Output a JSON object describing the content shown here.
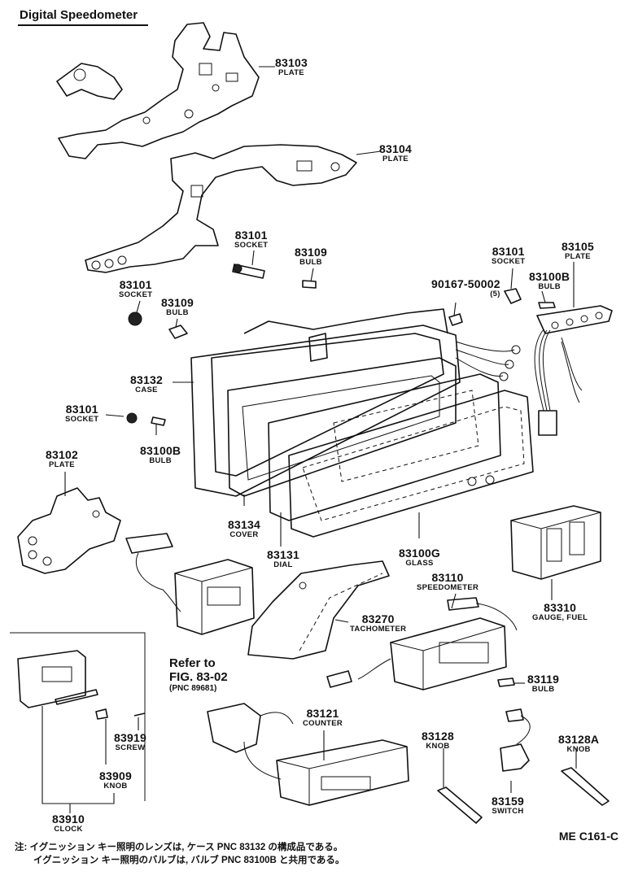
{
  "title": "Digital Speedometer",
  "parts": [
    {
      "num": "83103",
      "name": "PLATE"
    },
    {
      "num": "83104",
      "name": "PLATE"
    },
    {
      "num": "83101",
      "name": "SOCKET"
    },
    {
      "num": "83109",
      "name": "BULB"
    },
    {
      "num": "83101",
      "name": "SOCKET"
    },
    {
      "num": "83109",
      "name": "BULB"
    },
    {
      "num": "90167-50002",
      "name": "(5)"
    },
    {
      "num": "83101",
      "name": "SOCKET"
    },
    {
      "num": "83105",
      "name": "PLATE"
    },
    {
      "num": "83100B",
      "name": "BULB"
    },
    {
      "num": "83132",
      "name": "CASE"
    },
    {
      "num": "83101",
      "name": "SOCKET"
    },
    {
      "num": "83100B",
      "name": "BULB"
    },
    {
      "num": "83102",
      "name": "PLATE"
    },
    {
      "num": "83134",
      "name": "COVER"
    },
    {
      "num": "83131",
      "name": "DIAL"
    },
    {
      "num": "83100G",
      "name": "GLASS"
    },
    {
      "num": "83110",
      "name": "SPEEDOMETER"
    },
    {
      "num": "83310",
      "name": "GAUGE, FUEL"
    },
    {
      "num": "83270",
      "name": "TACHOMETER"
    },
    {
      "num": "83119",
      "name": "BULB"
    },
    {
      "num": "83121",
      "name": "COUNTER"
    },
    {
      "num": "83919",
      "name": "SCREW"
    },
    {
      "num": "83909",
      "name": "KNOB"
    },
    {
      "num": "83910",
      "name": "CLOCK"
    },
    {
      "num": "83128",
      "name": "KNOB"
    },
    {
      "num": "83159",
      "name": "SWITCH"
    },
    {
      "num": "83128A",
      "name": "KNOB"
    }
  ],
  "refer": {
    "line1": "Refer to",
    "line2": "FIG. 83-02",
    "line3": "(PNC 89681)"
  },
  "notes": [
    "注: イグニッション キー照明のレンズは, ケース PNC 83132 の構成品である。",
    "　　イグニッション キー照明のバルブは, バルブ PNC 83100B と共用である。"
  ],
  "figure_code": "ME  C161-C"
}
